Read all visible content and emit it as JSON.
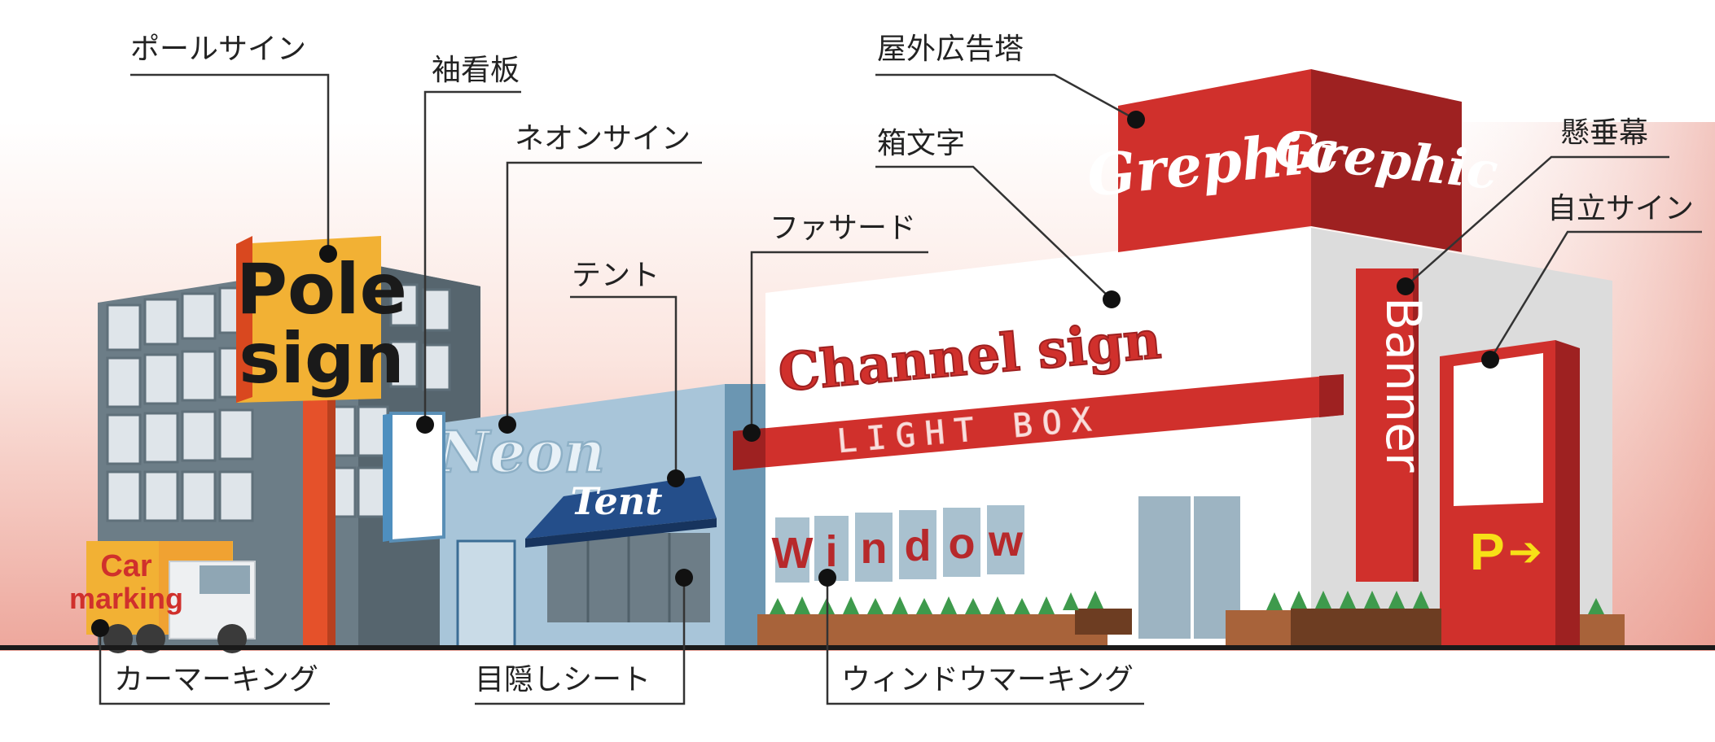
{
  "labels": {
    "pole_sign": "ポールサイン",
    "projecting_sign": "袖看板",
    "neon_sign": "ネオンサイン",
    "tent": "テント",
    "facade": "ファサード",
    "channel_letters": "箱文字",
    "rooftop_tower": "屋外広告塔",
    "hanging_banner": "懸垂幕",
    "freestanding_sign": "自立サイン",
    "car_marking": "カーマーキング",
    "privacy_sheet": "目隠しシート",
    "window_marking": "ウィンドウマーキング"
  },
  "signs": {
    "pole_line1": "Pole",
    "pole_line2": "sign",
    "neon": "Neon",
    "tent": "Tent",
    "channel": "Channel sign",
    "lightbox": "LIGHT BOX",
    "grephic_front": "Grephic",
    "grephic_side": "Grephic",
    "banner": "Banner",
    "car_line1": "Car",
    "car_line2": "marking",
    "window_letters": [
      "W",
      "i",
      "n",
      "d",
      "o",
      "w"
    ],
    "parking_letter": "P",
    "parking_arrow": "➔"
  },
  "colors": {
    "sign_red": "#d0302c",
    "dark_red": "#9e2121",
    "pole_yellow": "#f2b134",
    "pole_orange": "#e5512a",
    "glass": "#d6dde3",
    "building_gray": "#6c7d87",
    "shop_blue": "#a8c5d9",
    "tent_blue": "#244e8a",
    "planter_brown": "#a8633a",
    "grass_green": "#3e9a4c",
    "sky_pink": "#f2c2b8"
  }
}
